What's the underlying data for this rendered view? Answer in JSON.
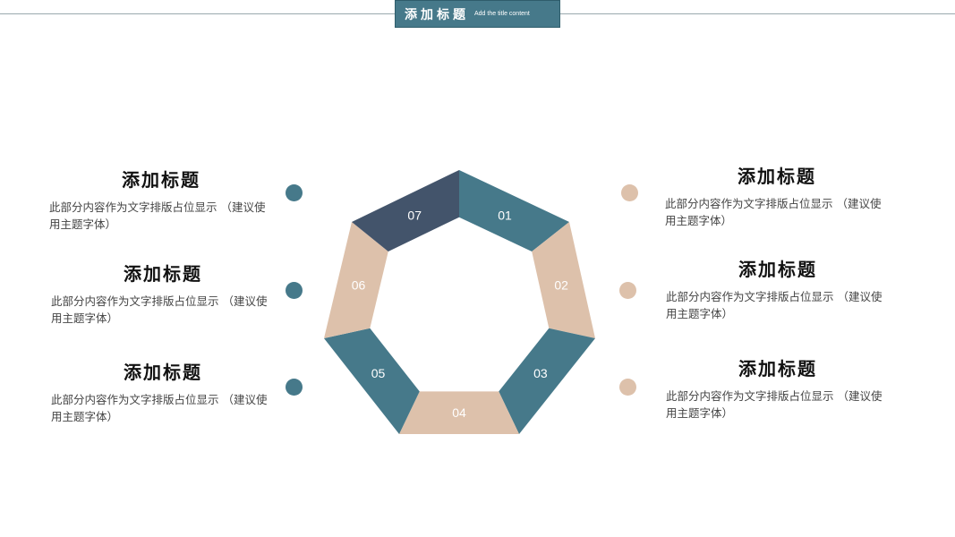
{
  "header": {
    "title": "添加标题",
    "subtitle": "Add the title content"
  },
  "colors": {
    "teal": "#46798a",
    "tan": "#ddc1ab",
    "navy": "#43546b",
    "line": "#9aa9ae"
  },
  "segments": [
    {
      "num": "01",
      "color": "teal"
    },
    {
      "num": "02",
      "color": "tan"
    },
    {
      "num": "03",
      "color": "teal"
    },
    {
      "num": "04",
      "color": "tan"
    },
    {
      "num": "05",
      "color": "teal"
    },
    {
      "num": "06",
      "color": "tan"
    },
    {
      "num": "07",
      "color": "navy"
    }
  ],
  "left_items": [
    {
      "title": "添加标题",
      "desc": "此部分内容作为文字排版占位显示 （建议使用主题字体）"
    },
    {
      "title": "添加标题",
      "desc": "此部分内容作为文字排版占位显示 （建议使用主题字体）"
    },
    {
      "title": "添加标题",
      "desc": "此部分内容作为文字排版占位显示 （建议使用主题字体）"
    }
  ],
  "right_items": [
    {
      "title": "添加标题",
      "desc": "此部分内容作为文字排版占位显示 （建议使用主题字体）"
    },
    {
      "title": "添加标题",
      "desc": "此部分内容作为文字排版占位显示 （建议使用主题字体）"
    },
    {
      "title": "添加标题",
      "desc": "此部分内容作为文字排版占位显示 （建议使用主题字体）"
    }
  ]
}
